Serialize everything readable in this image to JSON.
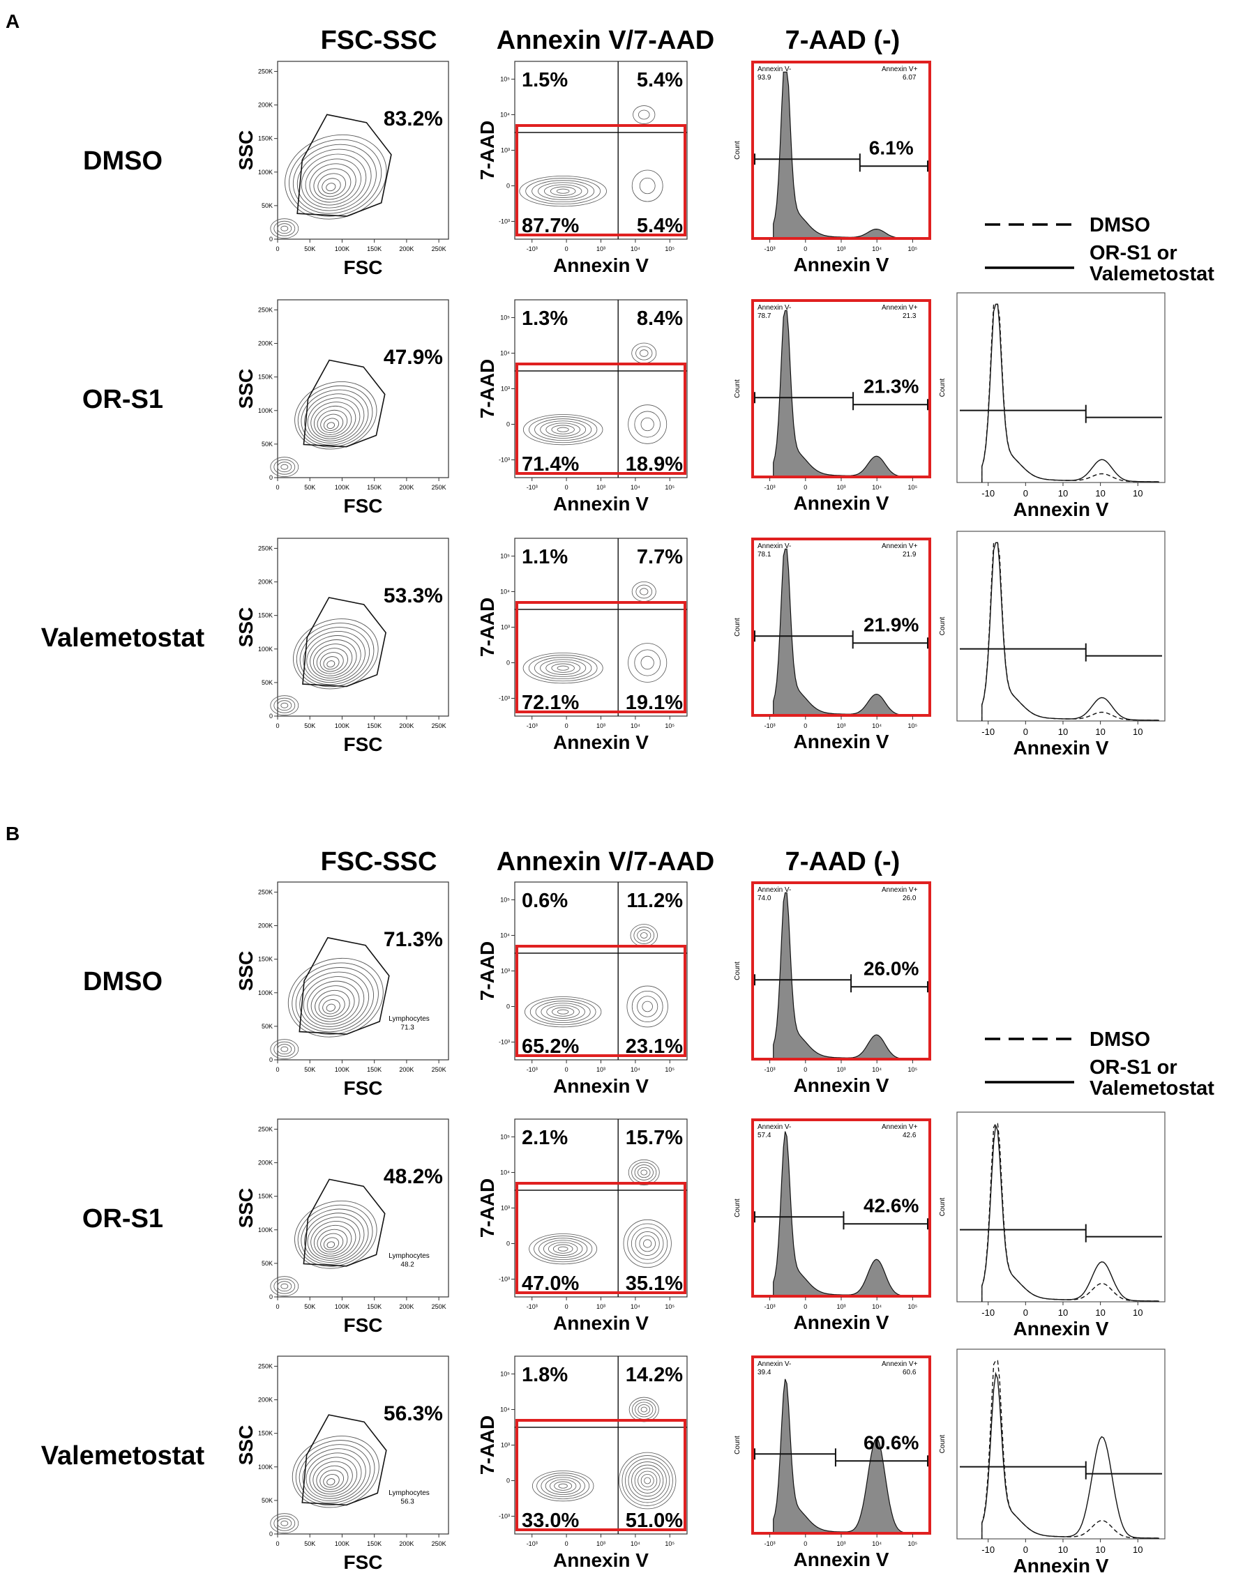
{
  "panels": [
    {
      "letter": "A",
      "headers": [
        "FSC-SSC",
        "Annexin V/7-AAD",
        "7-AAD (-)"
      ],
      "legend": {
        "dashed_label": "DMSO",
        "solid_label_1": "OR-S1 or",
        "solid_label_2": "Valemetostat"
      },
      "rows": [
        {
          "label": "DMSO",
          "gate": {
            "value": 83.2,
            "label": "83.2%"
          },
          "quad": {
            "ul": "1.5%",
            "ur": "5.4%",
            "ll": "87.7%",
            "lr": "5.4%"
          },
          "hist": {
            "pct": "6.1%",
            "annexin_neg": {
              "label": "Annexin V-",
              "value": "93.9"
            },
            "annexin_pos": {
              "label": "Annexin V+",
              "value": "6.07"
            }
          }
        },
        {
          "label": "OR-S1",
          "gate": {
            "value": 47.9,
            "label": "47.9%"
          },
          "quad": {
            "ul": "1.3%",
            "ur": "8.4%",
            "ll": "71.4%",
            "lr": "18.9%"
          },
          "hist": {
            "pct": "21.3%",
            "annexin_neg": {
              "label": "Annexin V-",
              "value": "78.7"
            },
            "annexin_pos": {
              "label": "Annexin V+",
              "value": "21.3"
            }
          }
        },
        {
          "label": "Valemetostat",
          "gate": {
            "value": 53.3,
            "label": "53.3%"
          },
          "quad": {
            "ul": "1.1%",
            "ur": "7.7%",
            "ll": "72.1%",
            "lr": "19.1%"
          },
          "hist": {
            "pct": "21.9%",
            "annexin_neg": {
              "label": "Annexin V-",
              "value": "78.1"
            },
            "annexin_pos": {
              "label": "Annexin V+",
              "value": "21.9"
            }
          }
        }
      ]
    },
    {
      "letter": "B",
      "headers": [
        "FSC-SSC",
        "Annexin V/7-AAD",
        "7-AAD (-)"
      ],
      "legend": {
        "dashed_label": "DMSO",
        "solid_label_1": "OR-S1 or",
        "solid_label_2": "Valemetostat"
      },
      "rows": [
        {
          "label": "DMSO",
          "gate": {
            "value": 71.3,
            "label": "71.3%",
            "name": "Lymphocytes",
            "small": "71.3"
          },
          "quad": {
            "ul": "0.6%",
            "ur": "11.2%",
            "ll": "65.2%",
            "lr": "23.1%"
          },
          "hist": {
            "pct": "26.0%",
            "annexin_neg": {
              "label": "Annexin V-",
              "value": "74.0"
            },
            "annexin_pos": {
              "label": "Annexin V+",
              "value": "26.0"
            }
          }
        },
        {
          "label": "OR-S1",
          "gate": {
            "value": 48.2,
            "label": "48.2%",
            "name": "Lymphocytes",
            "small": "48.2"
          },
          "quad": {
            "ul": "2.1%",
            "ur": "15.7%",
            "ll": "47.0%",
            "lr": "35.1%"
          },
          "hist": {
            "pct": "42.6%",
            "annexin_neg": {
              "label": "Annexin V-",
              "value": "57.4"
            },
            "annexin_pos": {
              "label": "Annexin V+",
              "value": "42.6"
            }
          }
        },
        {
          "label": "Valemetostat",
          "gate": {
            "value": 56.3,
            "label": "56.3%",
            "name": "Lymphocytes",
            "small": "56.3"
          },
          "quad": {
            "ul": "1.8%",
            "ur": "14.2%",
            "ll": "33.0%",
            "lr": "51.0%"
          },
          "hist": {
            "pct": "60.6%",
            "annexin_neg": {
              "label": "Annexin V-",
              "value": "39.4"
            },
            "annexin_pos": {
              "label": "Annexin V+",
              "value": "60.6"
            }
          }
        }
      ]
    }
  ],
  "axis_labels": {
    "fsc": "FSC",
    "ssc": "SSC",
    "annexin": "Annexin V",
    "aad": "7-AAD",
    "count": "Count"
  },
  "scatter_ticks": [
    "0",
    "50K",
    "100K",
    "150K",
    "200K",
    "250K"
  ],
  "log_ticks": [
    "-10³",
    "0",
    "10³",
    "10⁴",
    "10⁵"
  ],
  "overlay_ticks_x": [
    "-10",
    "0",
    "10",
    "10",
    "10"
  ],
  "chart_data": [
    {
      "type": "scatter",
      "title": "FSC-SSC",
      "xlabel": "FSC",
      "ylabel": "SSC",
      "xlim": [
        0,
        262144
      ],
      "ylim": [
        0,
        262144
      ],
      "series": [
        {
          "name": "DMSO",
          "values": [
            83.2
          ]
        },
        {
          "name": "OR-S1",
          "values": [
            47.9
          ]
        },
        {
          "name": "Valemetostat",
          "values": [
            53.3
          ]
        }
      ]
    },
    {
      "type": "scatter",
      "title": "Annexin V/7-AAD",
      "xlabel": "Annexin V",
      "ylabel": "7-AAD",
      "categories": [
        "UL",
        "UR",
        "LL",
        "LR"
      ],
      "series": [
        {
          "name": "A DMSO",
          "values": [
            1.5,
            5.4,
            87.7,
            5.4
          ]
        },
        {
          "name": "A OR-S1",
          "values": [
            1.3,
            8.4,
            71.4,
            18.9
          ]
        },
        {
          "name": "A Valemetostat",
          "values": [
            1.1,
            7.7,
            72.1,
            19.1
          ]
        },
        {
          "name": "B DMSO",
          "values": [
            0.6,
            11.2,
            65.2,
            23.1
          ]
        },
        {
          "name": "B OR-S1",
          "values": [
            2.1,
            15.7,
            47.0,
            35.1
          ]
        },
        {
          "name": "B Valemetostat",
          "values": [
            1.8,
            14.2,
            33.0,
            51.0
          ]
        }
      ]
    },
    {
      "type": "area",
      "title": "7-AAD (-)",
      "xlabel": "Annexin V",
      "ylabel": "Count",
      "series": [
        {
          "name": "A DMSO",
          "values": [
            6.1
          ]
        },
        {
          "name": "A OR-S1",
          "values": [
            21.3
          ]
        },
        {
          "name": "A Valemetostat",
          "values": [
            21.9
          ]
        },
        {
          "name": "B DMSO",
          "values": [
            26.0
          ]
        },
        {
          "name": "B OR-S1",
          "values": [
            42.6
          ]
        },
        {
          "name": "B Valemetostat",
          "values": [
            60.6
          ]
        }
      ]
    }
  ]
}
